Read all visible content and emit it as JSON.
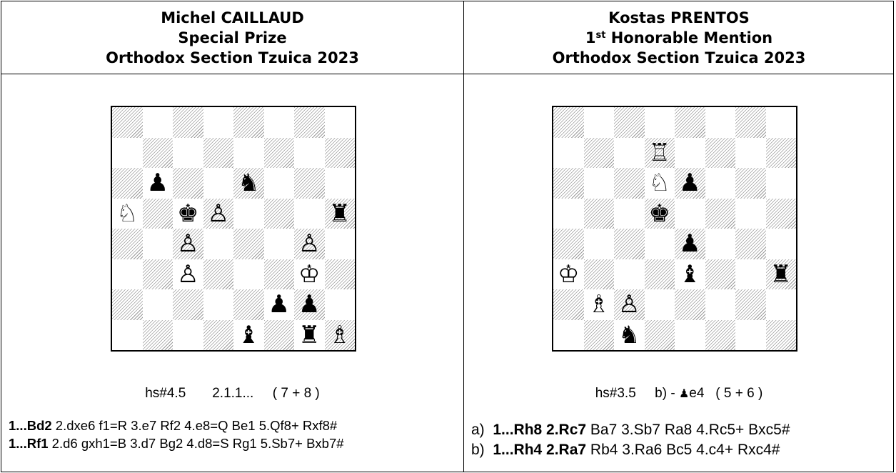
{
  "problems": [
    {
      "author": "Michel CAILLAUD",
      "award": "Special Prize",
      "award_sup": "",
      "award_rest": "",
      "tourney": "Orthodox Section Tzuica 2023",
      "stipulation": "hs#4.5",
      "twins": "2.1.1...",
      "count": "( 7 + 8 )",
      "pieces": [
        {
          "sq": "b6",
          "c": "b",
          "t": "p"
        },
        {
          "sq": "e6",
          "c": "b",
          "t": "n"
        },
        {
          "sq": "a5",
          "c": "w",
          "t": "n"
        },
        {
          "sq": "c5",
          "c": "b",
          "t": "k"
        },
        {
          "sq": "d5",
          "c": "w",
          "t": "p"
        },
        {
          "sq": "h5",
          "c": "b",
          "t": "r"
        },
        {
          "sq": "c4",
          "c": "w",
          "t": "p"
        },
        {
          "sq": "g4",
          "c": "w",
          "t": "p"
        },
        {
          "sq": "c3",
          "c": "w",
          "t": "p"
        },
        {
          "sq": "g3",
          "c": "w",
          "t": "k"
        },
        {
          "sq": "f2",
          "c": "b",
          "t": "p"
        },
        {
          "sq": "g2",
          "c": "b",
          "t": "p"
        },
        {
          "sq": "e1",
          "c": "b",
          "t": "b"
        },
        {
          "sq": "g1",
          "c": "b",
          "t": "r"
        },
        {
          "sq": "h1",
          "c": "w",
          "t": "b"
        }
      ],
      "solution": [
        {
          "prefix": "",
          "bold": "1...Bd2",
          "rest": " 2.dxe6 f1=R 3.e7 Rf2 4.e8=Q Be1 5.Qf8+ Rxf8#"
        },
        {
          "prefix": "",
          "bold": "1...Rf1",
          "rest": " 2.d6 gxh1=B 3.d7 Bg2 4.d8=S Rg1 5.Sb7+ Bxb7#"
        }
      ]
    },
    {
      "author": "Kostas PRENTOS",
      "award": "",
      "award_sup_pre": "1",
      "award_sup": "st",
      "award_rest": " Honorable Mention",
      "tourney": "Orthodox Section Tzuica 2023",
      "stipulation": "hs#3.5",
      "twins": "b) - ",
      "twins_piece": "♟",
      "twins_after": "e4",
      "count": "( 5 + 6 )",
      "pieces": [
        {
          "sq": "d7",
          "c": "w",
          "t": "r"
        },
        {
          "sq": "d6",
          "c": "w",
          "t": "n"
        },
        {
          "sq": "e6",
          "c": "b",
          "t": "p"
        },
        {
          "sq": "d5",
          "c": "b",
          "t": "k"
        },
        {
          "sq": "e4",
          "c": "b",
          "t": "p"
        },
        {
          "sq": "a3",
          "c": "w",
          "t": "k"
        },
        {
          "sq": "e3",
          "c": "b",
          "t": "b"
        },
        {
          "sq": "h3",
          "c": "b",
          "t": "r"
        },
        {
          "sq": "b2",
          "c": "w",
          "t": "b"
        },
        {
          "sq": "c2",
          "c": "w",
          "t": "p"
        },
        {
          "sq": "c1",
          "c": "b",
          "t": "n"
        }
      ],
      "solution": [
        {
          "prefix": "a)  ",
          "bold": "1...Rh8 2.Rc7",
          "rest": " Ba7 3.Sb7 Ra8 4.Rc5+ Bxc5#"
        },
        {
          "prefix": "b)  ",
          "bold": "1...Rh4 2.Ra7",
          "rest": " Rb4 3.Ra6 Bc5 4.c4+ Rxc4#"
        }
      ]
    }
  ]
}
